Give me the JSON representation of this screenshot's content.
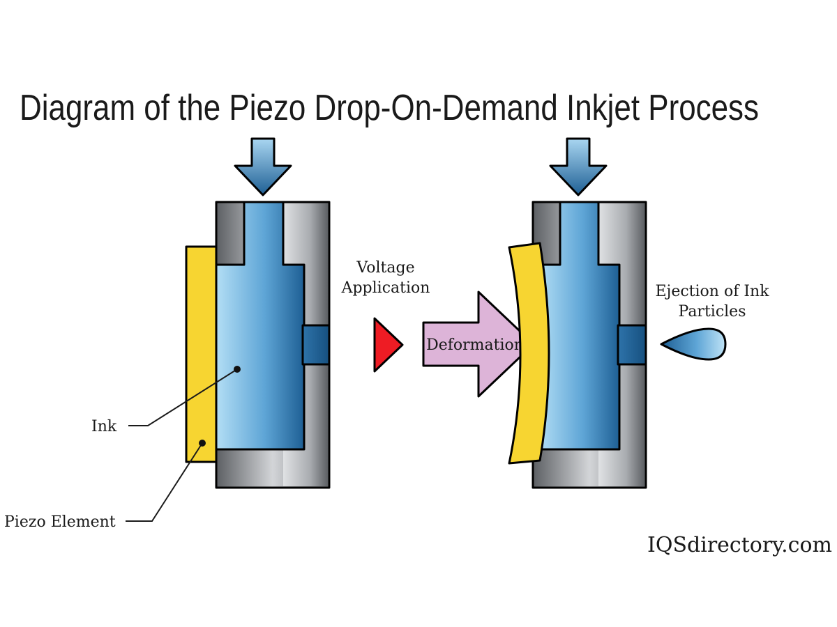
{
  "title": "Diagram of the Piezo Drop-On-Demand Inkjet Process",
  "labels": {
    "ink": "Ink",
    "piezo_element": "Piezo Element",
    "voltage_line1": "Voltage",
    "voltage_line2": "Application",
    "deformation": "Deformation",
    "ejection_line1": "Ejection of Ink",
    "ejection_line2": "Particles"
  },
  "brand": "IQSdirectory.com",
  "colors": {
    "ink_blue": "#4f93c8",
    "ink_light": "#a9d6f1",
    "ink_dark": "#1d5e93",
    "piezo_yellow": "#f7d531",
    "housing_gray": "#8e9195",
    "deformation_pink": "#ddb4d8",
    "voltage_red": "#ee1c24"
  },
  "icons": {
    "input_arrow": "down-arrow-icon",
    "voltage_marker": "triangle-icon",
    "deformation_arrow": "right-arrow-icon",
    "ink_drop": "droplet-icon"
  }
}
